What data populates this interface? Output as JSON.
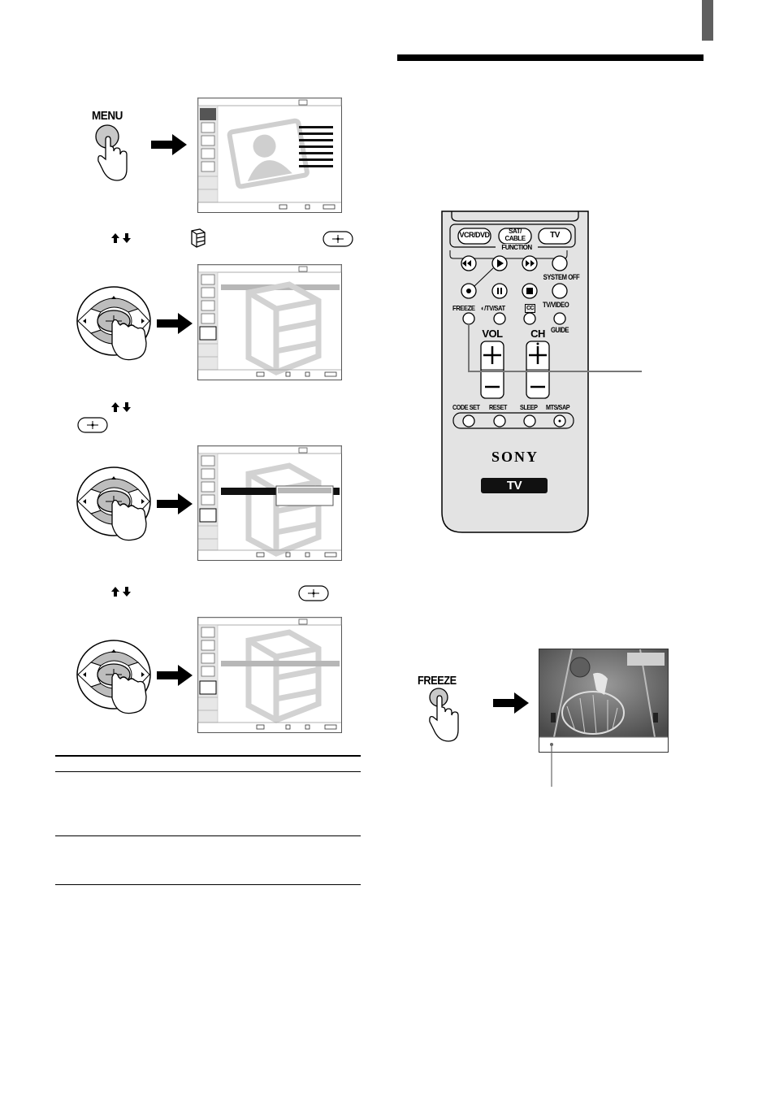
{
  "labels": {
    "menu_button": "MENU",
    "freeze_button": "FREEZE"
  },
  "remote": {
    "row1": [
      "VCR/DVD",
      "SAT/\nCABLE",
      "TV"
    ],
    "sat_line1": "SAT/",
    "sat_line2": "CABLE",
    "function_label": "FUNCTION",
    "system_off": "SYSTEM OFF",
    "freeze": "FREEZE",
    "tv_sat": "/TV/SAT",
    "cc": "CC",
    "tv_video": "TV/VIDEO",
    "guide": "GUIDE",
    "vol": "VOL",
    "ch": "CH",
    "code_set": "CODE SET",
    "reset": "RESET",
    "sleep": "SLEEP",
    "mts_sap": "MTS/SAP",
    "brand": "SONY",
    "badge": "TV"
  },
  "colors": {
    "tab_gray": "#5f5f5f",
    "remote_body": "#e3e3e3",
    "highlight_bar": "#b7b7b7"
  },
  "icons": [
    "up-down-arrows-icon",
    "enter-button-icon",
    "setup-menu-icon",
    "right-arrow-icon",
    "hand-press-icon",
    "joystick-icon"
  ]
}
